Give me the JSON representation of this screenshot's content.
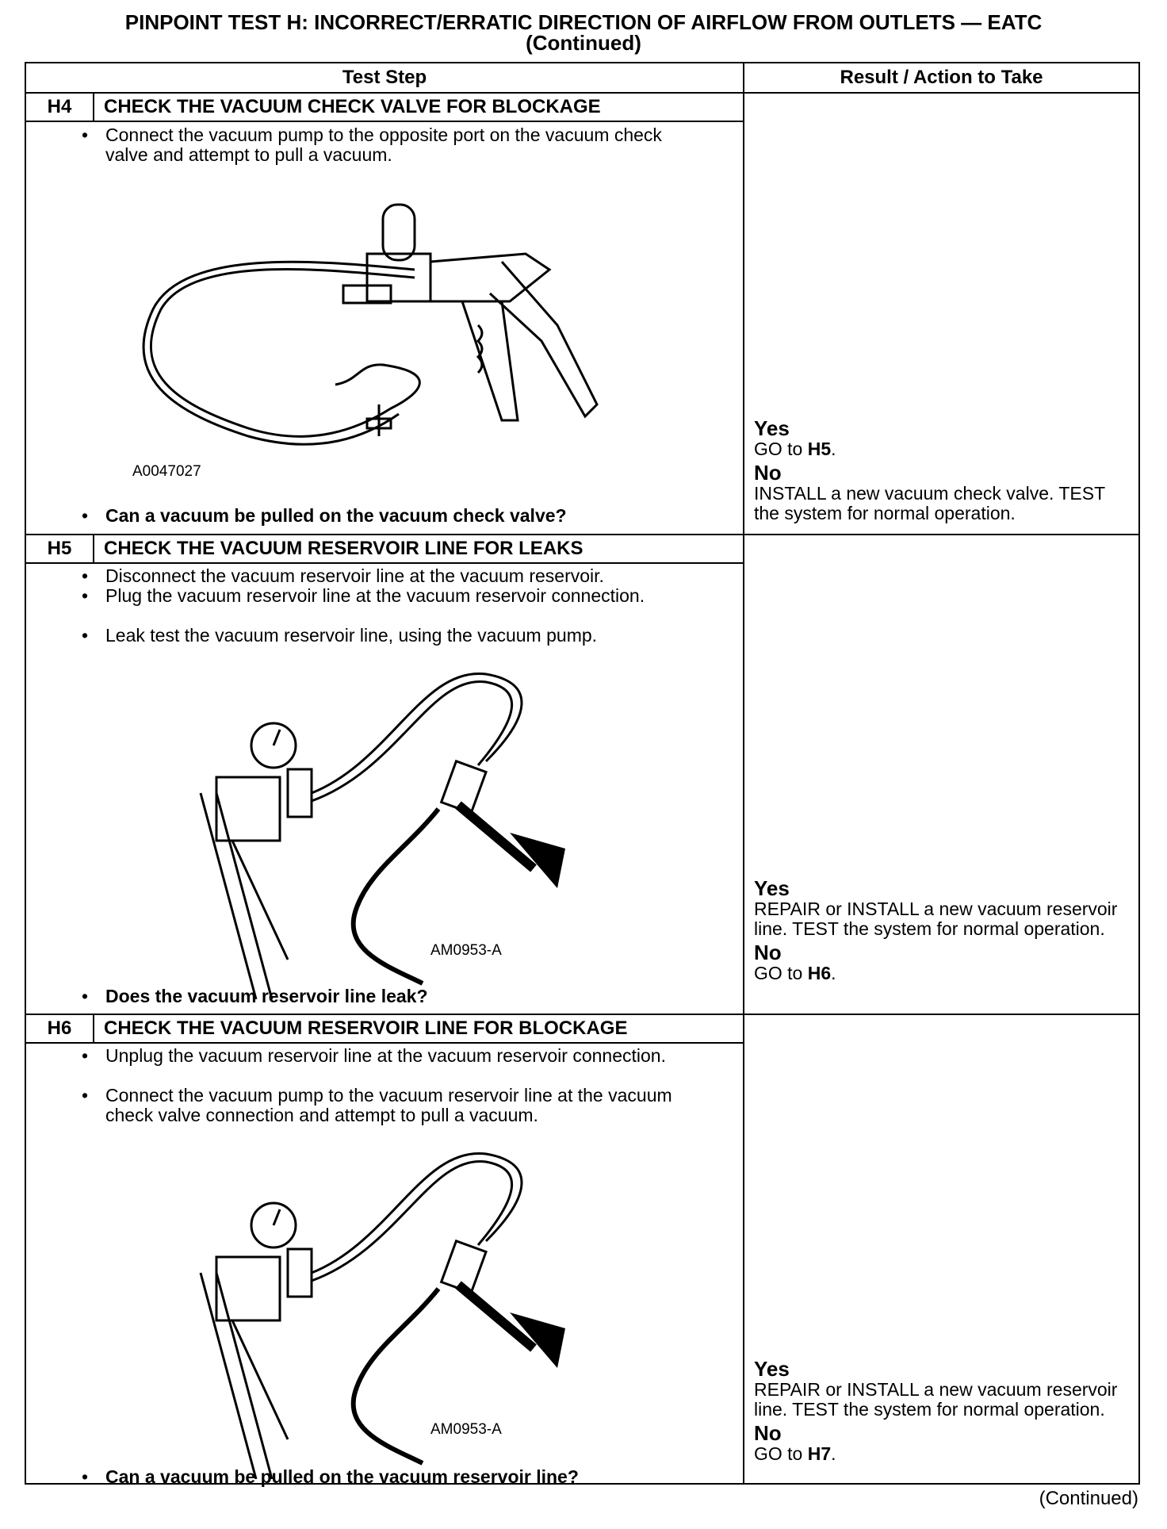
{
  "header": {
    "title_line1": "PINPOINT TEST H: INCORRECT/ERRATIC DIRECTION OF AIRFLOW FROM OUTLETS — EATC",
    "title_line2": "(Continued)"
  },
  "table": {
    "col_test_step": "Test Step",
    "col_result": "Result / Action to Take"
  },
  "steps": [
    {
      "id": "H4",
      "title": "CHECK THE VACUUM CHECK VALVE FOR BLOCKAGE",
      "bullets": [
        "Connect the vacuum pump to the opposite port on the vacuum check valve and attempt to pull a vacuum."
      ],
      "figure_label": "A0047027",
      "question": "Can a vacuum be pulled on the vacuum check valve?",
      "yes_label": "Yes",
      "yes_action_prefix": "GO to ",
      "yes_action_ref": "H5",
      "yes_action_suffix": ".",
      "no_label": "No",
      "no_action": "INSTALL a new vacuum check valve. TEST the system for normal operation."
    },
    {
      "id": "H5",
      "title": "CHECK THE VACUUM RESERVOIR LINE FOR LEAKS",
      "bullets": [
        "Disconnect the vacuum reservoir line at the vacuum reservoir.",
        "Plug the vacuum reservoir line at the vacuum reservoir connection.",
        "Leak test the vacuum reservoir line, using the vacuum pump."
      ],
      "figure_label": "AM0953-A",
      "question": "Does the vacuum reservoir line leak?",
      "yes_label": "Yes",
      "yes_action": "REPAIR or INSTALL a new vacuum reservoir line. TEST the system for normal operation.",
      "no_label": "No",
      "no_action_prefix": "GO to ",
      "no_action_ref": "H6",
      "no_action_suffix": "."
    },
    {
      "id": "H6",
      "title": "CHECK THE VACUUM RESERVOIR LINE FOR BLOCKAGE",
      "bullets": [
        "Unplug the vacuum reservoir line at the vacuum reservoir connection.",
        "Connect the vacuum pump to the vacuum reservoir line at the vacuum check valve connection and attempt to pull a vacuum."
      ],
      "figure_label": "AM0953-A",
      "question": "Can a vacuum be pulled on the vacuum reservoir line?",
      "yes_label": "Yes",
      "yes_action": "REPAIR or INSTALL a new vacuum reservoir line. TEST the system for normal operation.",
      "no_label": "No",
      "no_action_prefix": "GO to ",
      "no_action_ref": "H7",
      "no_action_suffix": "."
    }
  ],
  "bullet_glyph": "•",
  "footer": {
    "continued": "(Continued)"
  }
}
